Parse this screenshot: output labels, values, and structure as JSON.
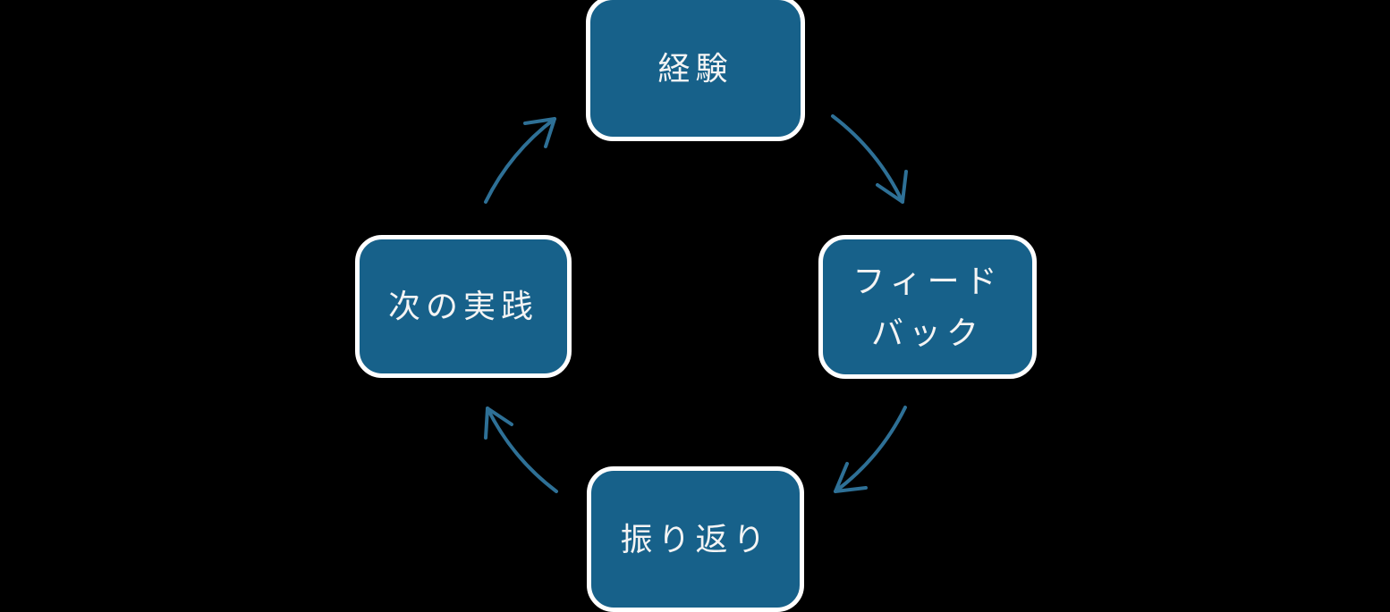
{
  "colors": {
    "background": "#000000",
    "node_fill": "#17618a",
    "node_border": "#ffffff",
    "node_text": "#f4f4f4",
    "arrow": "#2e7096"
  },
  "nodes": {
    "experience": {
      "label": "経験"
    },
    "feedback": {
      "line1": "フィード",
      "line2": "バック"
    },
    "reflection": {
      "label": "振り返り"
    },
    "next_practice": {
      "label": "次の実践"
    }
  },
  "cycle_edges": [
    {
      "from": "経験",
      "to": "フィードバック"
    },
    {
      "from": "フィードバック",
      "to": "振り返り"
    },
    {
      "from": "振り返り",
      "to": "次の実践"
    },
    {
      "from": "次の実践",
      "to": "経験"
    }
  ]
}
